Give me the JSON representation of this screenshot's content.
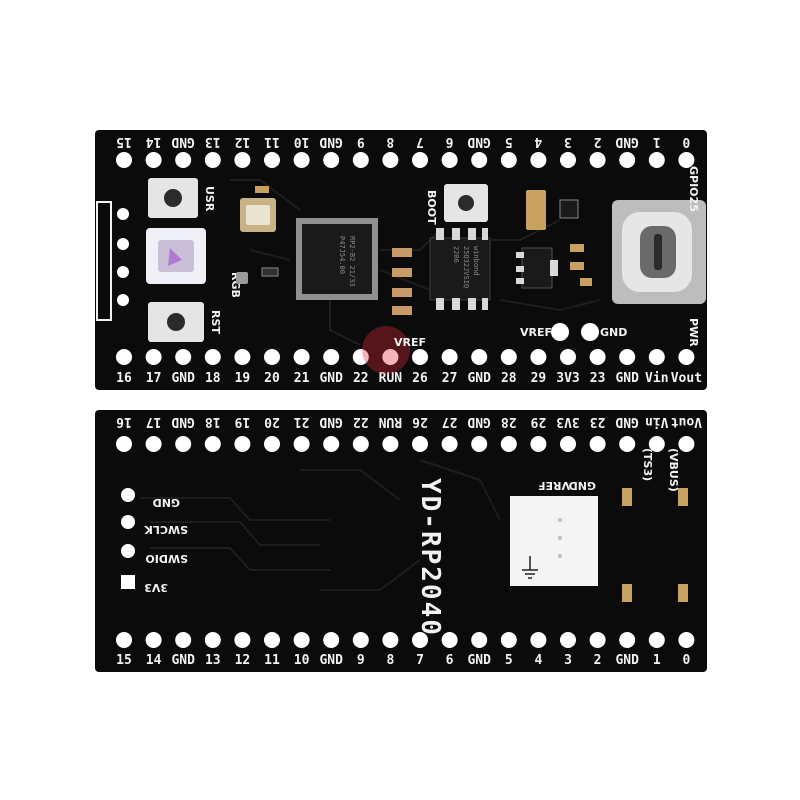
{
  "colors": {
    "background": "#ffffff",
    "pcb": "#0b0b0b",
    "silkscreen": "#f2f2f2",
    "pad": "#ffffff",
    "trace": "#1d1d1d",
    "chip": "#1a1a1a",
    "rgb_led": "#eef0f5",
    "vref_glow": "#e0283a"
  },
  "top_board": {
    "top_pins": [
      "15",
      "14",
      "GND",
      "13",
      "12",
      "11",
      "10",
      "GND",
      "9",
      "8",
      "7",
      "6",
      "GND",
      "5",
      "4",
      "3",
      "2",
      "GND",
      "1",
      "0"
    ],
    "bottom_pins": [
      "16",
      "17",
      "GND",
      "18",
      "19",
      "20",
      "21",
      "GND",
      "22",
      "RUN",
      "26",
      "27",
      "GND",
      "28",
      "29",
      "3V3",
      "23",
      "GND",
      "Vin",
      "Vout"
    ],
    "labels": {
      "usr": "USR",
      "rgb": "RGB",
      "rst": "RST",
      "boot": "BOOT",
      "vref_pad": "VREF",
      "gnd_pad": "GND",
      "vref_top": "VREF",
      "gpio25": "GPIO25",
      "pwr": "PWR"
    },
    "mcu_text": [
      "RP2-B2  21/33",
      "P47J54.00"
    ],
    "flash_text": [
      "winbond",
      "25Q32JVSIQ",
      "2206"
    ]
  },
  "bottom_board": {
    "top_pins": [
      "16",
      "17",
      "GND",
      "18",
      "19",
      "20",
      "21",
      "GND",
      "22",
      "RUN",
      "26",
      "27",
      "GND",
      "28",
      "29",
      "3V3",
      "23",
      "GND",
      "Vin",
      "Vout"
    ],
    "bottom_pins": [
      "15",
      "14",
      "GND",
      "13",
      "12",
      "11",
      "10",
      "GND",
      "9",
      "8",
      "7",
      "6",
      "GND",
      "5",
      "4",
      "3",
      "2",
      "GND",
      "1",
      "0"
    ],
    "debug_pins": [
      "GND",
      "SWCLK",
      "SWDIO",
      "3V3"
    ],
    "title": "YD-RP2040",
    "labels": {
      "gnd": "GND",
      "vref": "VREF",
      "ts3": "(TS3)",
      "vbus": "(VBUS)"
    }
  }
}
